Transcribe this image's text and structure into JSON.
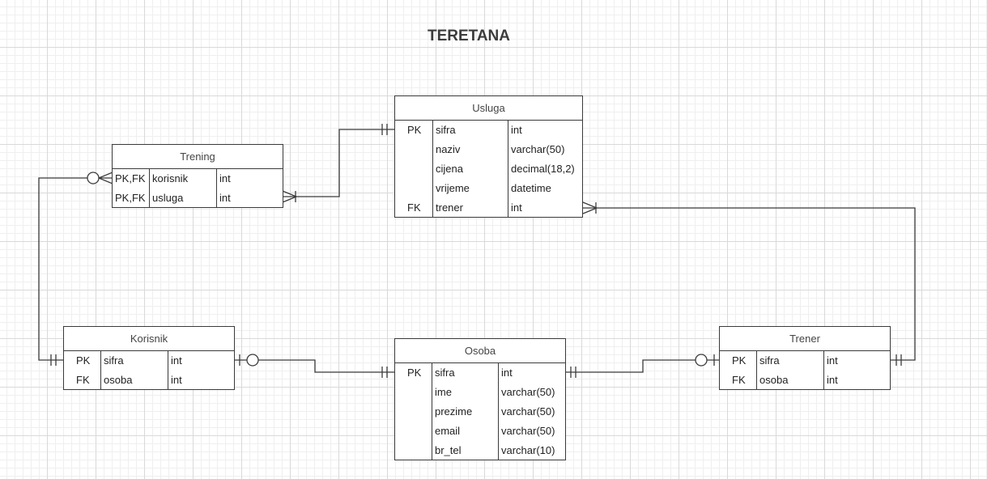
{
  "diagram": {
    "title": "TERETANA"
  },
  "entities": {
    "usluga": {
      "name": "Usluga",
      "rows": [
        {
          "key": "PK",
          "name": "sifra",
          "type": "int"
        },
        {
          "key": "",
          "name": "naziv",
          "type": "varchar(50)"
        },
        {
          "key": "",
          "name": "cijena",
          "type": "decimal(18,2)"
        },
        {
          "key": "",
          "name": "vrijeme",
          "type": "datetime"
        },
        {
          "key": "FK",
          "name": "trener",
          "type": "int"
        }
      ]
    },
    "trening": {
      "name": "Trening",
      "rows": [
        {
          "key": "PK,FK",
          "name": "korisnik",
          "type": "int"
        },
        {
          "key": "PK,FK",
          "name": "usluga",
          "type": "int"
        }
      ]
    },
    "korisnik": {
      "name": "Korisnik",
      "rows": [
        {
          "key": "PK",
          "name": "sifra",
          "type": "int"
        },
        {
          "key": "FK",
          "name": "osoba",
          "type": "int"
        }
      ]
    },
    "osoba": {
      "name": "Osoba",
      "rows": [
        {
          "key": "PK",
          "name": "sifra",
          "type": "int"
        },
        {
          "key": "",
          "name": "ime",
          "type": "varchar(50)"
        },
        {
          "key": "",
          "name": "prezime",
          "type": "varchar(50)"
        },
        {
          "key": "",
          "name": "email",
          "type": "varchar(50)"
        },
        {
          "key": "",
          "name": "br_tel",
          "type": "varchar(10)"
        }
      ]
    },
    "trener": {
      "name": "Trener",
      "rows": [
        {
          "key": "PK",
          "name": "sifra",
          "type": "int"
        },
        {
          "key": "FK",
          "name": "osoba",
          "type": "int"
        }
      ]
    }
  },
  "relationships": [
    {
      "from": "Trening",
      "to": "Usluga",
      "from_end": "one-or-many",
      "to_end": "one-and-only-one"
    },
    {
      "from": "Trening",
      "to": "Korisnik",
      "from_end": "zero-or-many",
      "to_end": "one-and-only-one"
    },
    {
      "from": "Korisnik",
      "to": "Osoba",
      "from_end": "zero-or-one",
      "to_end": "one-and-only-one"
    },
    {
      "from": "Trener",
      "to": "Osoba",
      "from_end": "zero-or-one",
      "to_end": "one-and-only-one"
    },
    {
      "from": "Usluga",
      "to": "Trener",
      "from_end": "one-or-many",
      "to_end": "one-and-only-one"
    }
  ],
  "colors": {
    "line": "#3a3a3a",
    "grid": "#d9d9d9",
    "title": "#3c3c3c"
  }
}
